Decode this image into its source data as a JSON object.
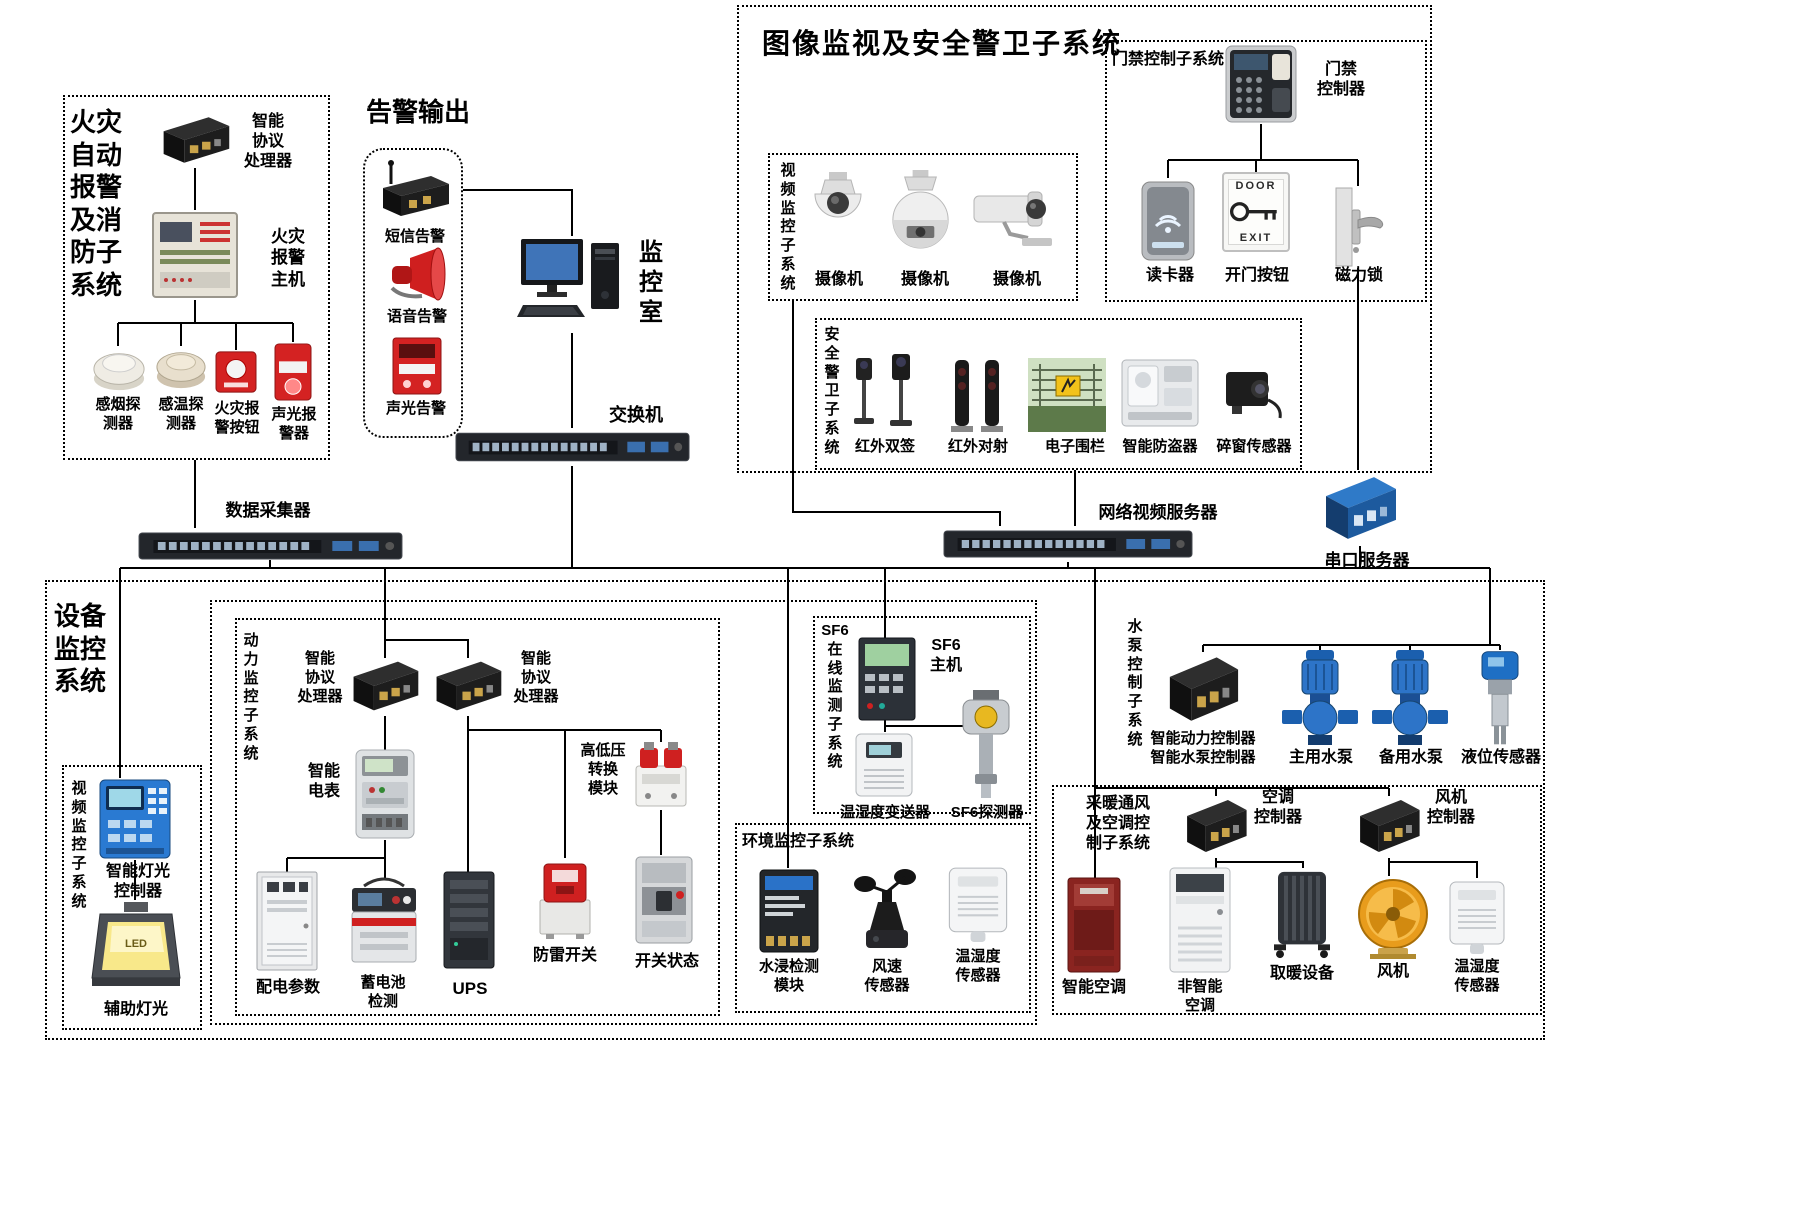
{
  "fire": {
    "title": "火灾\n自动\n报警\n及消\n防子\n系统",
    "processor_label": "智能\n协议\n处理器",
    "host_label": "火灾\n报警\n主机",
    "smoke_label": "感烟探\n测器",
    "temp_label": "感温探\n测器",
    "button_label": "火灾报\n警按钮",
    "sounder_label": "声光报\n警器"
  },
  "alarm_output": {
    "title": "告警输出",
    "sms_label": "短信告警",
    "voice_label": "语音告警",
    "sound_light_label": "声光告警"
  },
  "control_room": {
    "room_label": "监\n控\n室",
    "switch_label": "交换机"
  },
  "image_security": {
    "title": "图像监视及安全警卫子系统",
    "access": {
      "title": "门禁控制子系统",
      "controller_label": "门禁\n控制器",
      "reader_label": "读卡器",
      "button_label": "开门按钮",
      "lock_label": "磁力锁",
      "door_text": "DOOR",
      "exit_text": "EXIT"
    },
    "video": {
      "title": "视\n频\n监\n控\n子\n系\n统",
      "camera1_label": "摄像机",
      "camera2_label": "摄像机",
      "camera3_label": "摄像机"
    },
    "guard": {
      "title": "安\n全\n警\n卫\n子\n系\n统",
      "ir_dual_label": "红外双签",
      "ir_beam_label": "红外对射",
      "fence_label": "电子围栏",
      "antitheft_label": "智能防盗器",
      "window_label": "碎窗传感器"
    }
  },
  "middle": {
    "collector_label": "数据采集器",
    "video_server_label": "网络视频服务器",
    "serial_server_label": "串口服务器"
  },
  "equipment": {
    "title": "设备\n监控\n系统",
    "left_video": {
      "title": "视\n频\n监\n控\n子\n系\n统",
      "light_controller_label": "智能灯光\n控制器",
      "aux_light_label": "辅助灯光",
      "led_text": "LED"
    },
    "power": {
      "title": "动\n力\n监\n控\n子\n系\n统",
      "proc1_label": "智能\n协议\n处理器",
      "proc2_label": "智能\n协议\n处理器",
      "meter_label": "智能\n电表",
      "hvlv_label": "高低压\n转换\n模块",
      "cabinet_label": "配电参数",
      "battery_label": "蓄电池\n检测",
      "ups_label": "UPS",
      "lightning_label": "防雷开关",
      "breaker_label": "开关状态"
    },
    "sf6": {
      "title": "SF6\n在\n线\n监\n测\n子\n系\n统",
      "host_label": "SF6\n主机",
      "transmitter_label": "温湿度变送器",
      "detector_label": "SF6探测器"
    },
    "env": {
      "title": "环境监控子系统",
      "water_label": "水浸检测\n模块",
      "wind_label": "风速\n传感器",
      "th_label": "温湿度\n传感器"
    },
    "pump": {
      "title": "水\n泵\n控\n制\n子\n系\n统",
      "controller_label": "智能动力控制器\n智能水泵控制器",
      "pump1_label": "主用水泵",
      "pump2_label": "备用水泵",
      "level_label": "液位传感器"
    },
    "hvac": {
      "title": "采暖通风\n及空调控\n制子系统",
      "ac_controller_label": "空调\n控制器",
      "fan_controller_label": "风机\n控制器",
      "smart_ac_label": "智能空调",
      "plain_ac_label": "非智能\n空调",
      "heater_label": "取暖设备",
      "fan_label": "风机",
      "th_label": "温湿度\n传感器"
    }
  }
}
